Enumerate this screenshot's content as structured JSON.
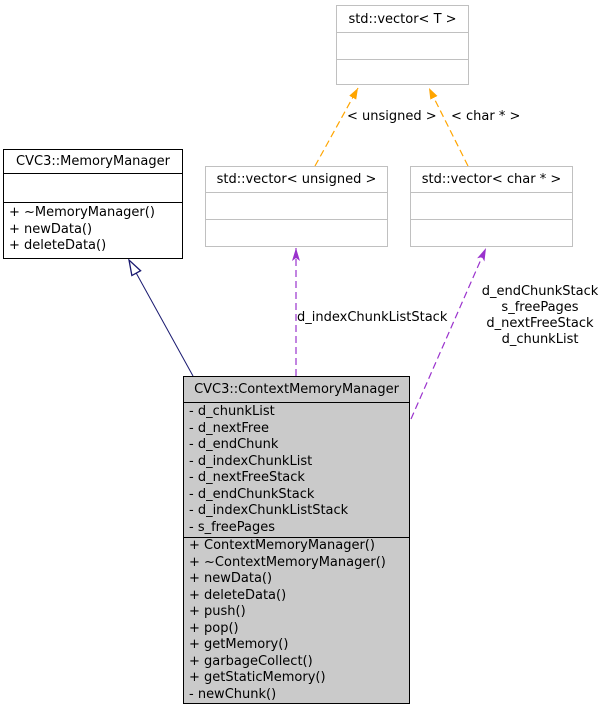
{
  "diagram": {
    "colors": {
      "template_edge": "#ffa500",
      "usage_edge": "#9a32cd",
      "inheritance_edge": "#191970",
      "focus_fill": "#cacaca",
      "muted_border": "#c0c0c0",
      "node_border": "#000000"
    },
    "nodes": {
      "vector_t": {
        "title": "std::vector< T >"
      },
      "memory_manager": {
        "title": "CVC3::MemoryManager",
        "methods": [
          "+ ~MemoryManager()",
          "+ newData()",
          "+ deleteData()"
        ]
      },
      "vector_unsigned": {
        "title": "std::vector< unsigned >"
      },
      "vector_char_ptr": {
        "title": "std::vector< char * >"
      },
      "context_memory_manager": {
        "title": "CVC3::ContextMemoryManager",
        "attributes": [
          "- d_chunkList",
          "- d_nextFree",
          "- d_endChunk",
          "- d_indexChunkList",
          "- d_nextFreeStack",
          "- d_endChunkStack",
          "- d_indexChunkListStack",
          "- s_freePages"
        ],
        "methods": [
          "+ ContextMemoryManager()",
          "+ ~ContextMemoryManager()",
          "+ newData()",
          "+ deleteData()",
          "+ push()",
          "+ pop()",
          "+ getMemory()",
          "+ garbageCollect()",
          "+ getStaticMemory()",
          "- newChunk()"
        ]
      }
    },
    "edge_labels": {
      "unsigned_instantiation": "< unsigned >",
      "char_ptr_instantiation": "< char * >",
      "index_chunk_list_stack": "d_indexChunkListStack",
      "char_ptr_usage": [
        "d_endChunkStack",
        "s_freePages",
        "d_nextFreeStack",
        "d_chunkList"
      ]
    },
    "edges": [
      {
        "type": "template-instantiation",
        "from": "vector_unsigned",
        "to": "vector_t",
        "label": "< unsigned >"
      },
      {
        "type": "template-instantiation",
        "from": "vector_char_ptr",
        "to": "vector_t",
        "label": "< char * >"
      },
      {
        "type": "inheritance",
        "from": "context_memory_manager",
        "to": "memory_manager",
        "label": ""
      },
      {
        "type": "usage",
        "from": "context_memory_manager",
        "to": "vector_unsigned",
        "label": "d_indexChunkListStack"
      },
      {
        "type": "usage",
        "from": "context_memory_manager",
        "to": "vector_char_ptr",
        "label": "d_endChunkStack s_freePages d_nextFreeStack d_chunkList"
      }
    ]
  }
}
